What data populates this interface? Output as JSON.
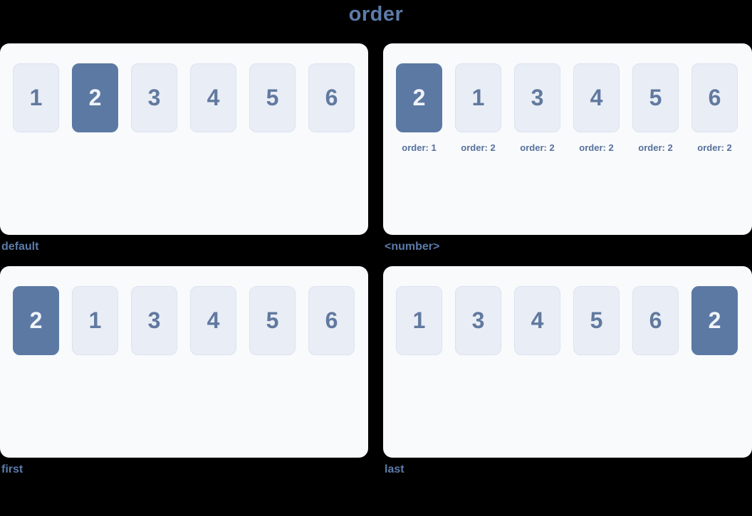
{
  "page": {
    "title": "order"
  },
  "colors": {
    "page_bg": "#000000",
    "panel_bg": "#f8fafc",
    "box_bg": "#e9edf5",
    "box_border": "#dce3f0",
    "box_text": "#61799f",
    "highlight_bg": "#5b79a3",
    "highlight_text": "#f0f4fa",
    "caption": "#5d7ba9",
    "label": "#56709b"
  },
  "panels": [
    {
      "caption": "default",
      "items": [
        {
          "n": "1",
          "highlight": false,
          "label": ""
        },
        {
          "n": "2",
          "highlight": true,
          "label": ""
        },
        {
          "n": "3",
          "highlight": false,
          "label": ""
        },
        {
          "n": "4",
          "highlight": false,
          "label": ""
        },
        {
          "n": "5",
          "highlight": false,
          "label": ""
        },
        {
          "n": "6",
          "highlight": false,
          "label": ""
        }
      ]
    },
    {
      "caption": "<number>",
      "items": [
        {
          "n": "2",
          "highlight": true,
          "label": "order: 1"
        },
        {
          "n": "1",
          "highlight": false,
          "label": "order: 2"
        },
        {
          "n": "3",
          "highlight": false,
          "label": "order: 2"
        },
        {
          "n": "4",
          "highlight": false,
          "label": "order: 2"
        },
        {
          "n": "5",
          "highlight": false,
          "label": "order: 2"
        },
        {
          "n": "6",
          "highlight": false,
          "label": "order: 2"
        }
      ]
    },
    {
      "caption": "first",
      "items": [
        {
          "n": "2",
          "highlight": true,
          "label": ""
        },
        {
          "n": "1",
          "highlight": false,
          "label": ""
        },
        {
          "n": "3",
          "highlight": false,
          "label": ""
        },
        {
          "n": "4",
          "highlight": false,
          "label": ""
        },
        {
          "n": "5",
          "highlight": false,
          "label": ""
        },
        {
          "n": "6",
          "highlight": false,
          "label": ""
        }
      ]
    },
    {
      "caption": "last",
      "items": [
        {
          "n": "1",
          "highlight": false,
          "label": ""
        },
        {
          "n": "3",
          "highlight": false,
          "label": ""
        },
        {
          "n": "4",
          "highlight": false,
          "label": ""
        },
        {
          "n": "5",
          "highlight": false,
          "label": ""
        },
        {
          "n": "6",
          "highlight": false,
          "label": ""
        },
        {
          "n": "2",
          "highlight": true,
          "label": ""
        }
      ]
    }
  ]
}
